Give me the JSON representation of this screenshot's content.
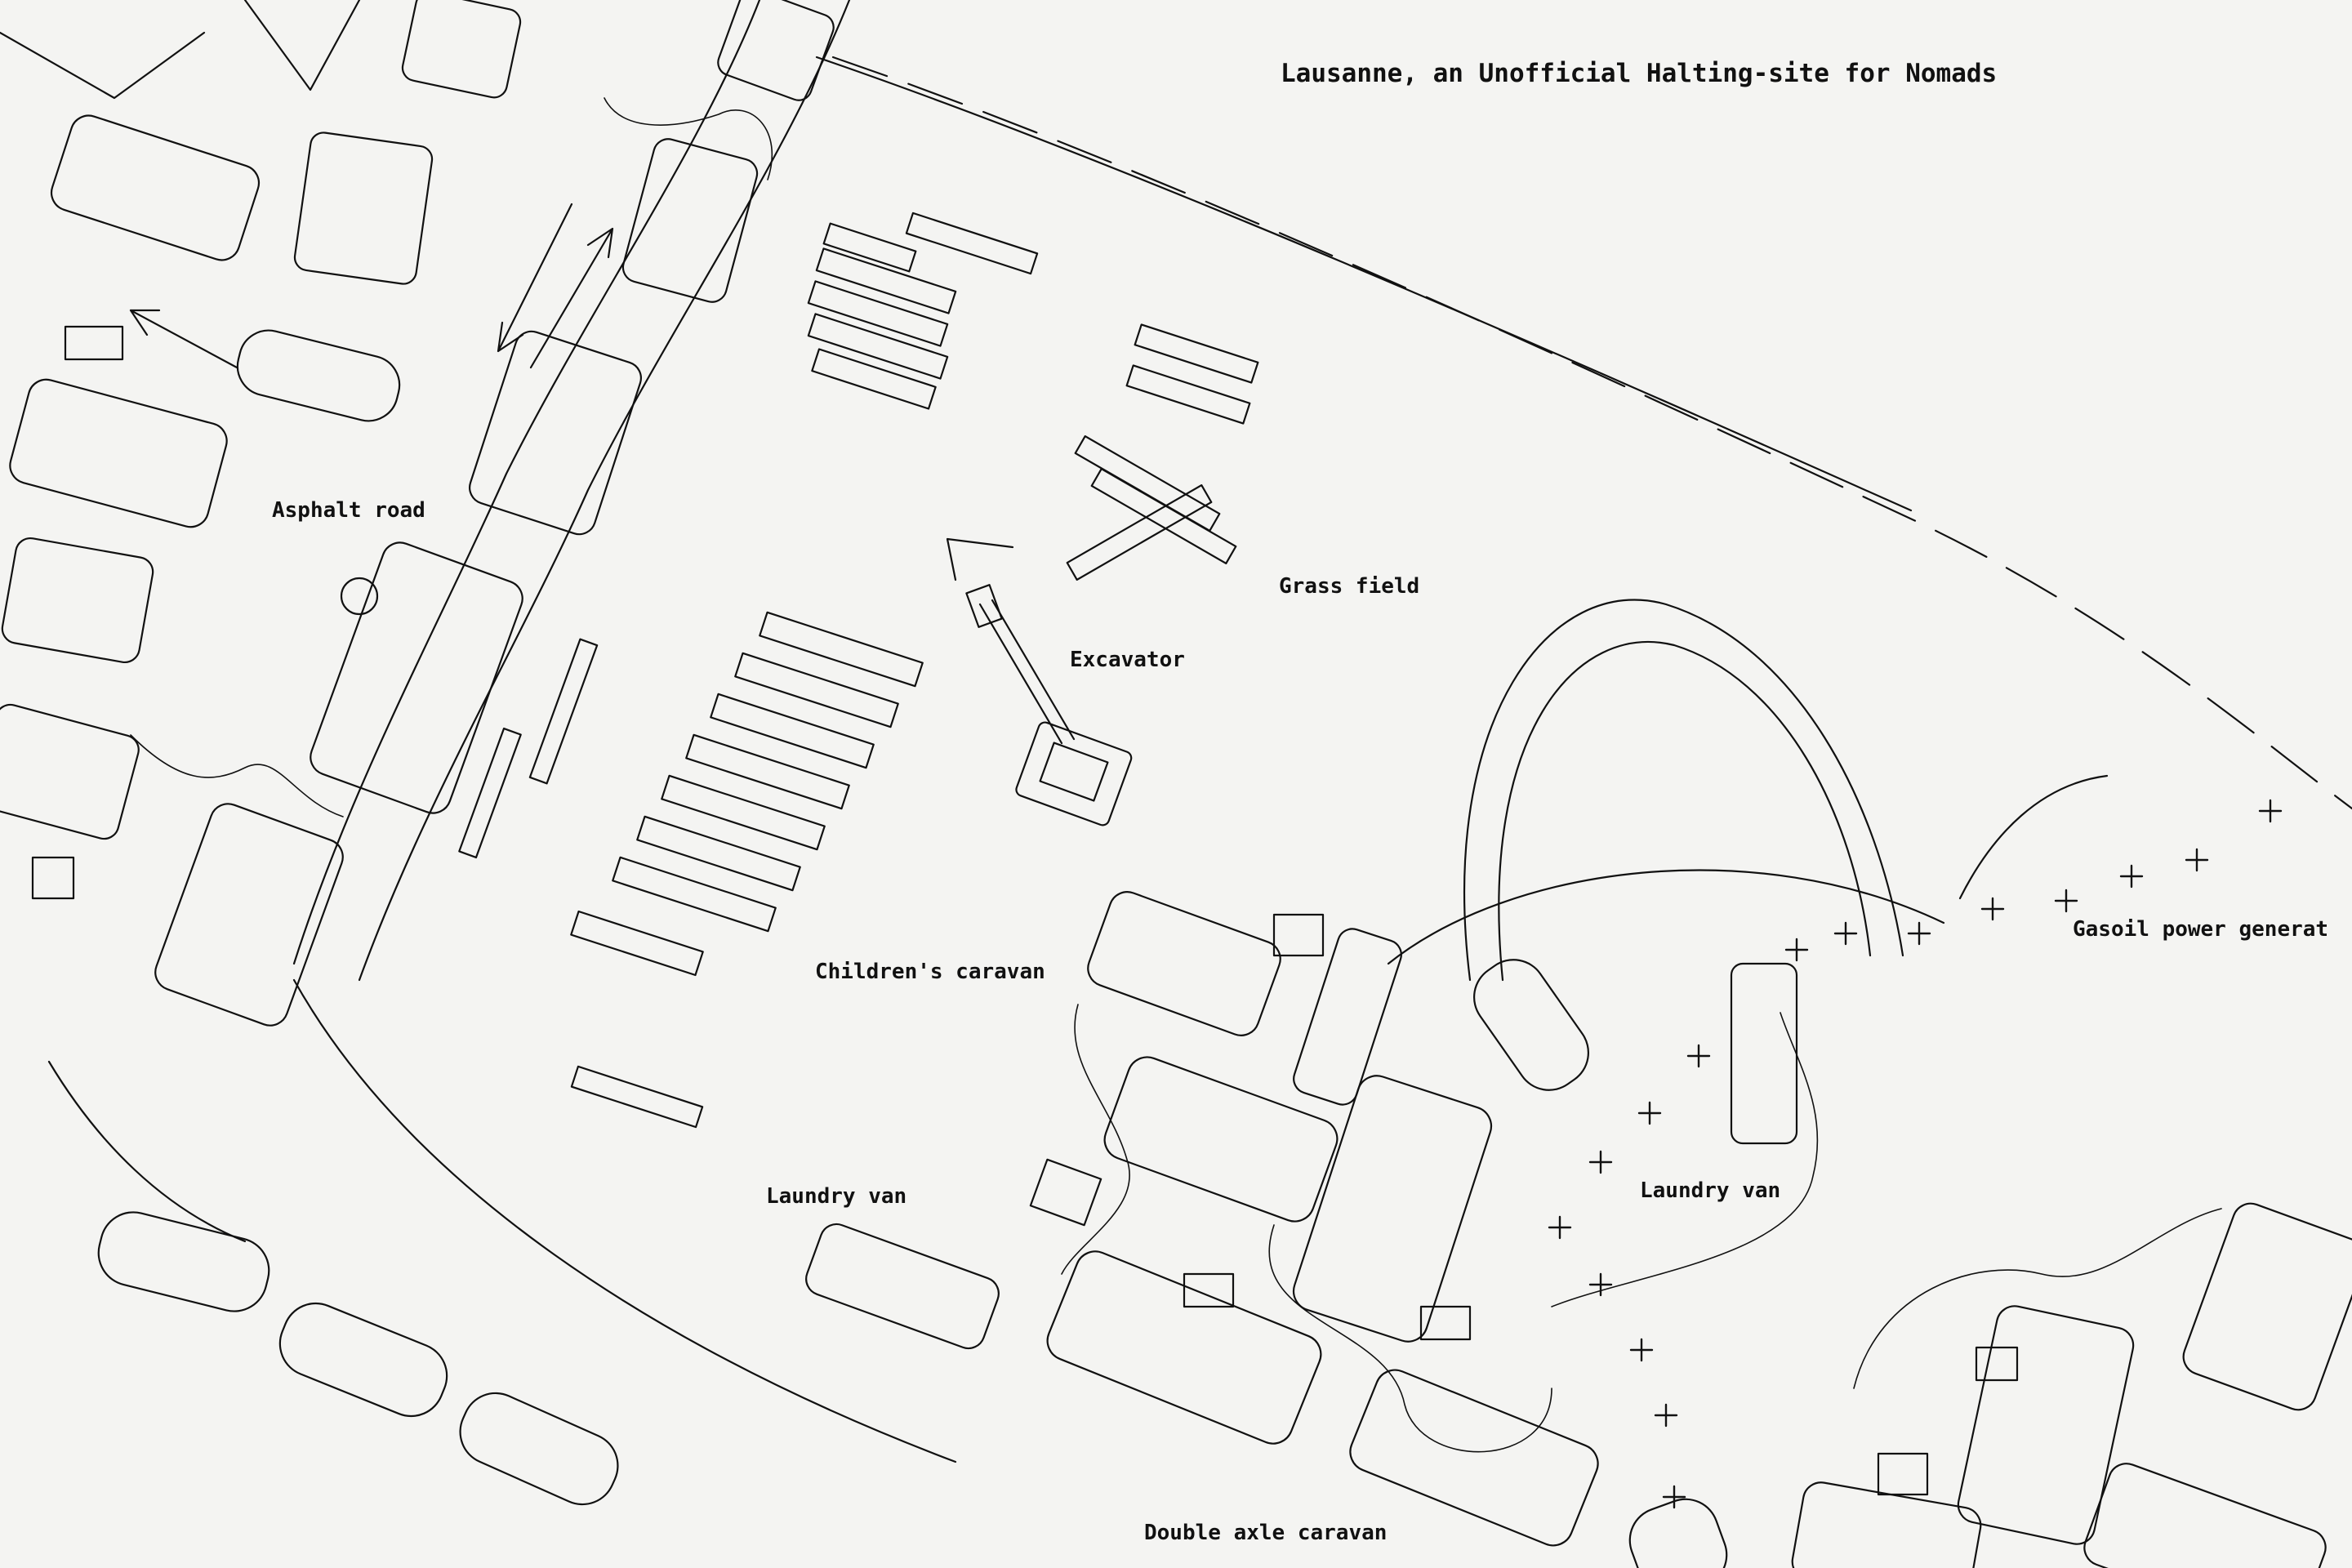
{
  "title": "Lausanne, an Unofficial Halting-site for Nomads",
  "labels": {
    "asphalt_road": "Asphalt road",
    "grass_field": "Grass field",
    "excavator": "Excavator",
    "childrens_caravan": "Children's caravan",
    "laundry_van_left": "Laundry van",
    "laundry_van_right": "Laundry van",
    "gasoil_generator": "Gasoil power generat",
    "double_axle_caravan": "Double axle caravan"
  },
  "colors": {
    "ink": "#111111",
    "paper": "#f4f4f2"
  }
}
